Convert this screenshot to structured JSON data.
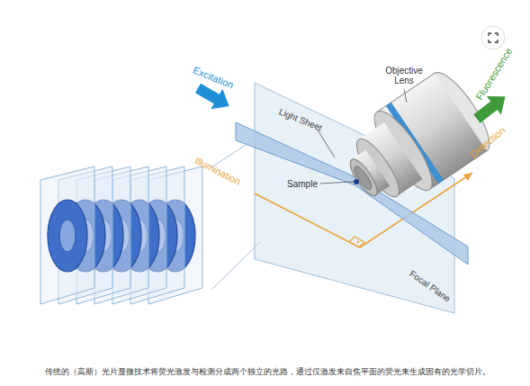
{
  "diagram": {
    "caption": "传统的（高斯）光片显微技术将荧光激发与检测分成两个独立的光路，通过仅激发来自焦平面的荧光来生成固有的光学切片。",
    "labels": [
      "Excitation",
      "Objective Lens",
      "Fluorescence",
      "Light Sheet",
      "Illumination",
      "Sample",
      "Detection",
      "Focal Plane"
    ]
  }
}
